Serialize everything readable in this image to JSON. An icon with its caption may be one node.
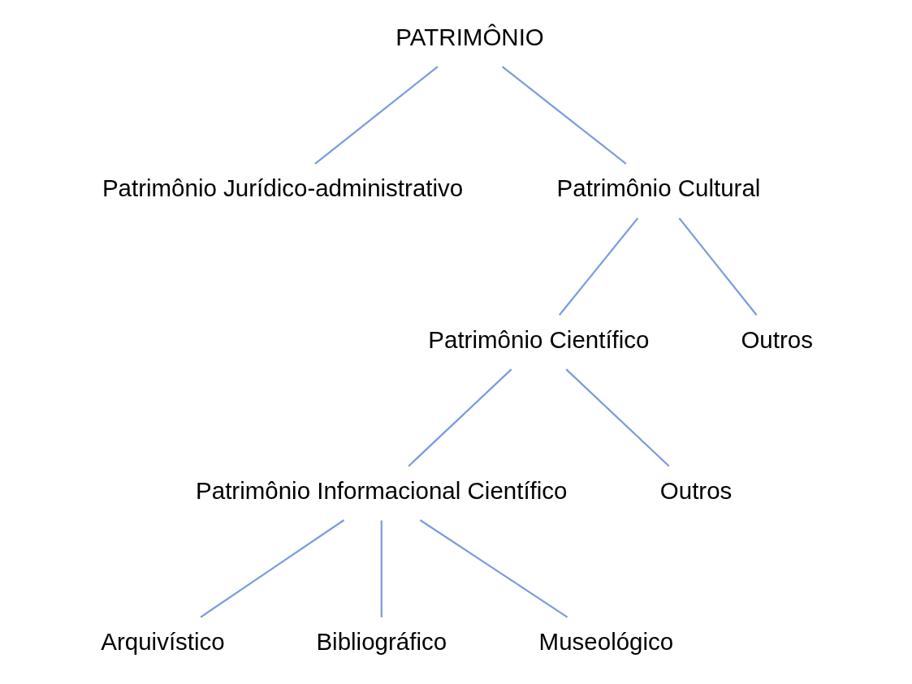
{
  "diagram": {
    "nodes": [
      {
        "text": [
          "PATRIMÔNIO"
        ]
      },
      {
        "text": [
          "Patrimônio Jurídico-administrativo"
        ]
      },
      {
        "text": [
          "Patrimônio Cultural"
        ]
      },
      {
        "text": [
          "Patrimônio Científico"
        ]
      },
      {
        "text": [
          "Outros"
        ]
      },
      {
        "text": [
          "Patrimônio Informacional Científico"
        ]
      },
      {
        "text": [
          "Outros"
        ]
      },
      {
        "text": [
          "Arquivístico"
        ]
      },
      {
        "text": [
          "Bibliográfico"
        ]
      },
      {
        "text": [
          "Museológico"
        ]
      }
    ],
    "edges": [
      {
        "from": 0,
        "to": 1,
        "arrow": "none"
      },
      {
        "from": 0,
        "to": 2,
        "arrow": "none"
      },
      {
        "from": 2,
        "to": 3,
        "arrow": "none"
      },
      {
        "from": 2,
        "to": 4,
        "arrow": "none"
      },
      {
        "from": 3,
        "to": 5,
        "arrow": "none"
      },
      {
        "from": 3,
        "to": 6,
        "arrow": "none"
      },
      {
        "from": 5,
        "to": 7,
        "arrow": "none"
      },
      {
        "from": 5,
        "to": 8,
        "arrow": "none"
      },
      {
        "from": 5,
        "to": 9,
        "arrow": "none"
      }
    ]
  }
}
